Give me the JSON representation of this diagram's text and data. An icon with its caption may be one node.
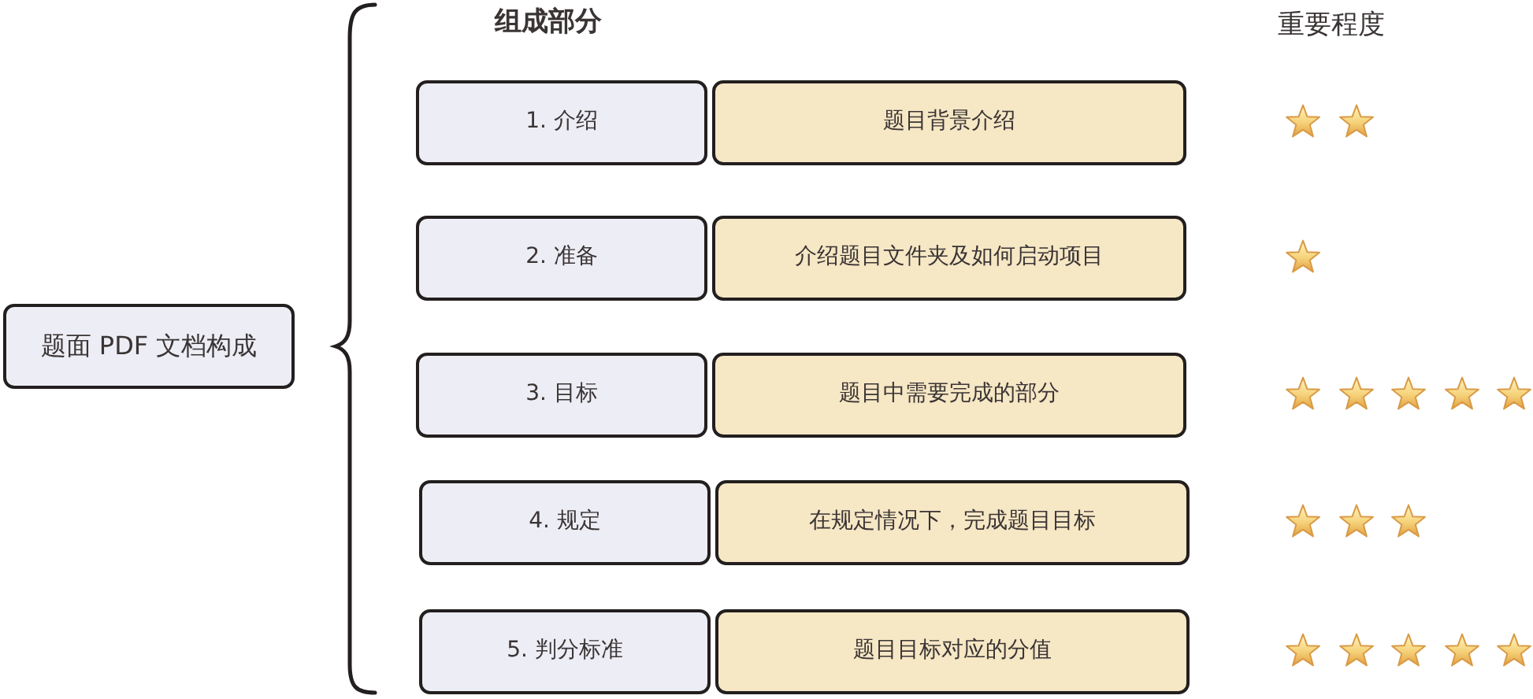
{
  "diagram": {
    "nodes": [
      {
        "text": [
          "题面 PDF 文档构成"
        ]
      },
      {
        "text": [
          "1. 介绍"
        ]
      },
      {
        "text": [
          "题目背景介绍"
        ]
      },
      {
        "text": [
          "2. 准备"
        ]
      },
      {
        "text": [
          "介绍题目文件夹及如何启动项目"
        ]
      },
      {
        "text": [
          "3. 目标"
        ]
      },
      {
        "text": [
          "题目中需要完成的部分"
        ]
      },
      {
        "text": [
          "4. 规定"
        ]
      },
      {
        "text": [
          "在规定情况下，完成题目目标"
        ]
      },
      {
        "text": [
          "5. 判分标准"
        ]
      },
      {
        "text": [
          "题目目标对应的分值"
        ]
      }
    ],
    "labels": [
      "组成部分",
      "重要程度"
    ]
  }
}
